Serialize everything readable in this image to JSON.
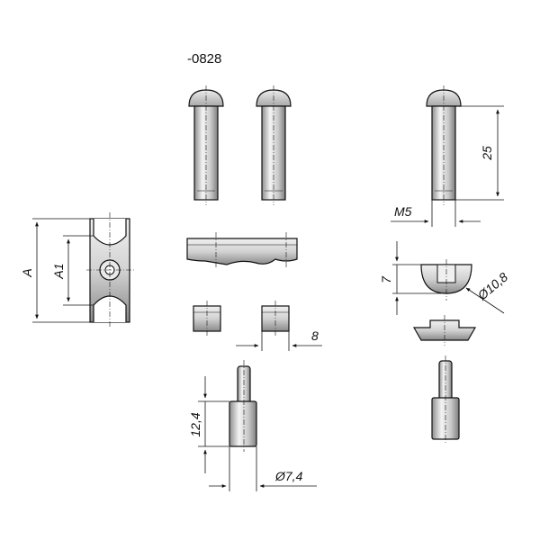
{
  "header": {
    "part_suffix": "-0828"
  },
  "dimensions": {
    "a": "A",
    "a1": "A1",
    "length_25": "25",
    "thread_m5": "M5",
    "height_7": "7",
    "dia_10_8": "Ø10,8",
    "width_8": "8",
    "height_12_4": "12,4",
    "dia_7_4": "Ø7,4"
  },
  "colors": {
    "ink": "#111111",
    "part_fill": "#d9d9d9",
    "part_dark": "#9a9a9a",
    "part_light": "#f2f2f2"
  }
}
